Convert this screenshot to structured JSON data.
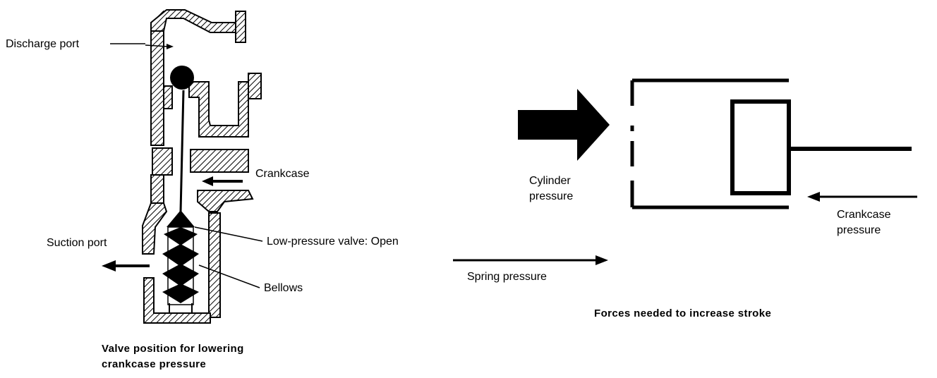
{
  "left_diagram": {
    "labels": {
      "discharge_port": "Discharge port",
      "crankcase": "Crankcase",
      "suction_port": "Suction port",
      "low_pressure_valve": "Low-pressure valve: Open",
      "bellows": "Bellows"
    },
    "caption_line1": "Valve position for lowering",
    "caption_line2": "crankcase pressure"
  },
  "right_diagram": {
    "labels": {
      "cylinder_pressure_line1": "Cylinder",
      "cylinder_pressure_line2": "pressure",
      "crankcase_pressure_line1": "Crankcase",
      "crankcase_pressure_line2": "pressure",
      "spring_pressure": "Spring pressure"
    },
    "caption": "Forces needed to increase stroke"
  }
}
